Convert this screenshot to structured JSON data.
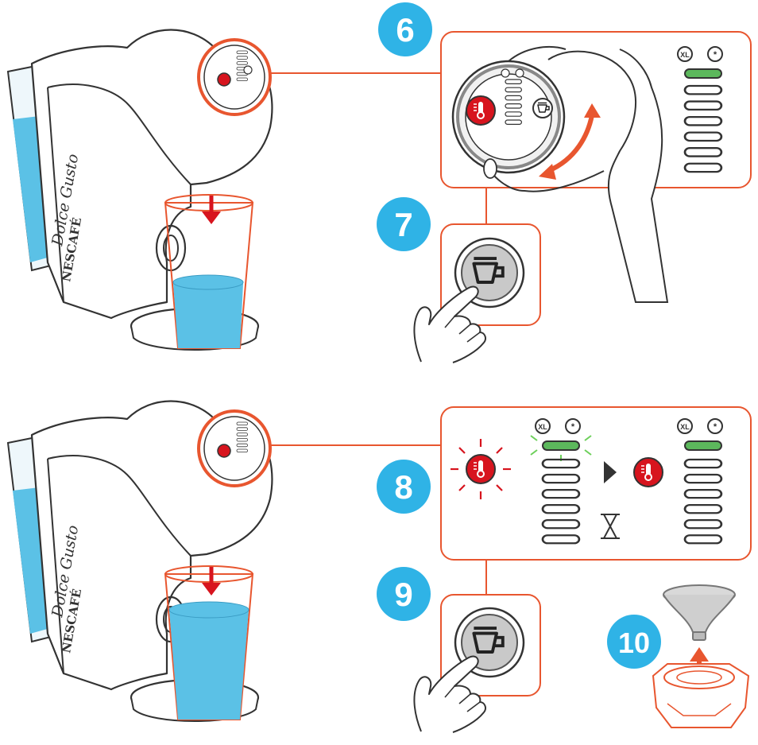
{
  "steps": [
    "6",
    "7",
    "8",
    "9",
    "10"
  ],
  "brand": {
    "name": "Dolce Gusto",
    "maker": "NESCAFÉ"
  },
  "buttons": {
    "xl": "XL",
    "cold": "*"
  },
  "colors": {
    "accent": "#e8562f",
    "step_badge": "#2fb3e6",
    "water": "#5bc1e6",
    "led_green": "#5cb85c",
    "red": "#d7141e"
  },
  "icons": [
    "thermometer-icon",
    "cup-icon",
    "hourglass-icon",
    "arrow-icon",
    "hand-icon"
  ]
}
